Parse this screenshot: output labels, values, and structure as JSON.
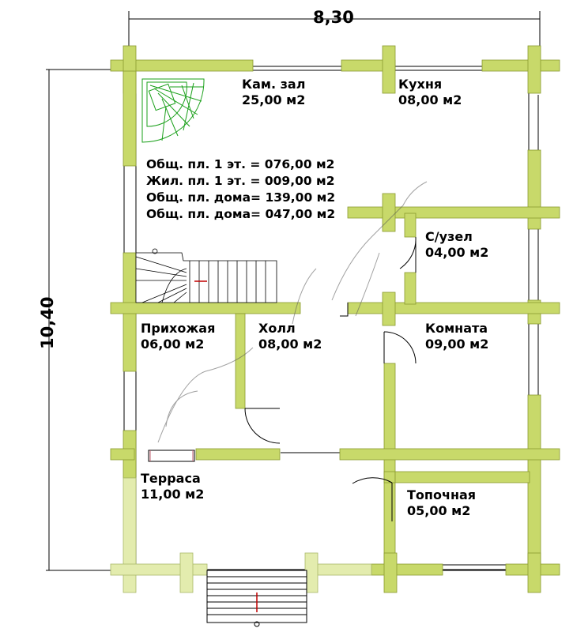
{
  "dimensions": {
    "width": "8,30",
    "height": "10,40"
  },
  "rooms": {
    "kamzal": {
      "name": "Кам. зал",
      "area": "25,00 м2"
    },
    "kitchen": {
      "name": "Кухня",
      "area": "08,00 м2"
    },
    "bathroom": {
      "name": "С/узел",
      "area": "04,00 м2"
    },
    "hall_in": {
      "name": "Прихожая",
      "area": "06,00 м2"
    },
    "hall": {
      "name": "Холл",
      "area": "08,00 м2"
    },
    "room": {
      "name": "Комната",
      "area": "09,00 м2"
    },
    "terrace": {
      "name": "Терраса",
      "area": "11,00 м2"
    },
    "boiler": {
      "name": "Топочная",
      "area": "05,00 м2"
    }
  },
  "stats": [
    "Общ. пл. 1 эт. = 076,00 м2",
    "Жил. пл. 1 эт. = 009,00 м2",
    "Общ. пл. дома= 139,00 м2",
    "Общ. пл. дома= 047,00 м2"
  ],
  "colors": {
    "wall": "#c8d96a",
    "wall_stroke": "#8a9a30",
    "terrace_wall": "#e3ecae",
    "fireplace": "#1aa01a",
    "line": "#000000"
  }
}
